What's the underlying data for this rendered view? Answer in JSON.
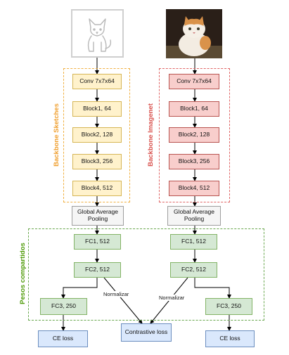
{
  "backbone_sketches": {
    "label": "Backbone Sketches",
    "layers": [
      "Conv 7x7x64",
      "Block1, 64",
      "Block2, 128",
      "Block3, 256",
      "Block4, 512"
    ]
  },
  "backbone_imagenet": {
    "label": "Backbone Imagenet",
    "layers": [
      "Conv 7x7x64",
      "Block1, 64",
      "Block2, 128",
      "Block3, 256",
      "Block4, 512"
    ]
  },
  "pooling": {
    "left": "Global Average Pooling",
    "right": "Global Average Pooling"
  },
  "shared": {
    "label": "Pesos compartidos",
    "left": {
      "fc1": "FC1, 512",
      "fc2": "FC2, 512",
      "fc3": "FC3, 250"
    },
    "right": {
      "fc1": "FC1, 512",
      "fc2": "FC2, 512",
      "fc3": "FC3, 250"
    }
  },
  "edges": {
    "normalize_left": "Normalizar",
    "normalize_right": "Normalizar"
  },
  "outputs": {
    "ce_left": "CE loss",
    "contrastive": "Contrastive loss",
    "ce_right": "CE loss"
  },
  "colors": {
    "sketch_fill": "#fff2cc",
    "sketch_border": "#d6b656",
    "sketch_label": "#f0a030",
    "imagenet_fill": "#f8cecc",
    "imagenet_border": "#b85450",
    "imagenet_label": "#d9534f",
    "pool_fill": "#f5f5f5",
    "fc_fill": "#d5e8d4",
    "fc_border": "#82b366",
    "shared_label": "#4d9a06",
    "loss_fill": "#dae8fc",
    "loss_border": "#6c8ebf"
  },
  "icons": {
    "sketch_image": "cat-sketch-icon",
    "photo_image": "cat-photo-icon"
  }
}
